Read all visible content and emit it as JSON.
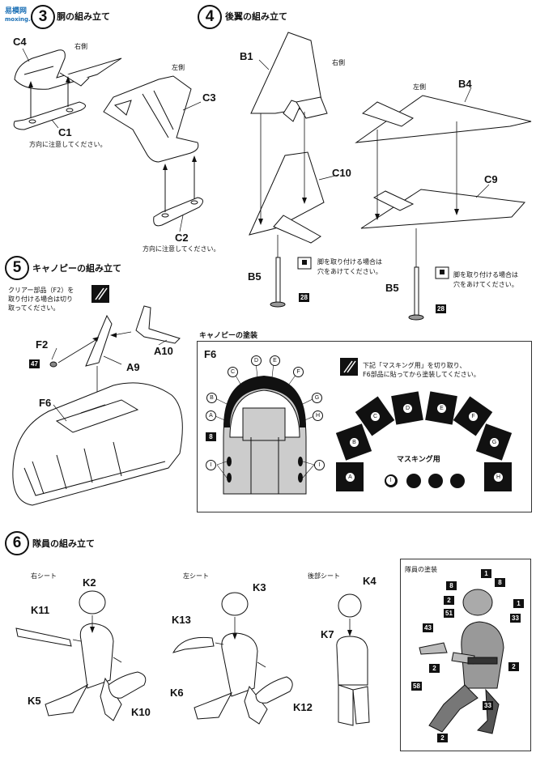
{
  "watermark": {
    "line1": "易",
    "line2": "模网",
    "site": "moxing.com"
  },
  "step3": {
    "number": "3",
    "title": "胴の組み立て",
    "labels": {
      "C4": "C4",
      "C1": "C1",
      "C3": "C3",
      "C2": "C2"
    },
    "side_right": "右側",
    "side_left": "左側",
    "note": "方向に注意してください。"
  },
  "step4": {
    "number": "4",
    "title": "後翼の組み立て",
    "labels": {
      "B1": "B1",
      "C10": "C10",
      "B4": "B4",
      "C9": "C9",
      "B5a": "B5",
      "B5b": "B5"
    },
    "side_right": "右側",
    "side_left": "左側",
    "hole_note_1": "脚を取り付ける場合は",
    "hole_note_2": "穴をあけてください。",
    "color_28": "28"
  },
  "step5": {
    "number": "5",
    "title": "キャノピーの組み立て",
    "clear_note_1": "クリアー部品（F2）を",
    "clear_note_2": "取り付ける場合は切り",
    "clear_note_3": "取ってください。",
    "labels": {
      "F2": "F2",
      "A10": "A10",
      "A9": "A9",
      "F6": "F6"
    },
    "color_47": "47"
  },
  "canopy_paint": {
    "title": "キャノピーの塗装",
    "part": "F6",
    "instruction_1": "下記「マスキング用」を切り取り、",
    "instruction_2": "F6部品に貼ってから塗装してください。",
    "masking_label": "マスキング用",
    "frame_letters": [
      "A",
      "B",
      "C",
      "D",
      "E",
      "F",
      "G",
      "H"
    ],
    "circle_label": "I",
    "color_8": "8"
  },
  "step6": {
    "number": "6",
    "title": "隊員の組み立て",
    "seat_right": "右シート",
    "seat_left": "左シート",
    "seat_rear": "後部シート",
    "labels": {
      "K2": "K2",
      "K11": "K11",
      "K5": "K5",
      "K10": "K10",
      "K3": "K3",
      "K13": "K13",
      "K6": "K6",
      "K12": "K12",
      "K4": "K4",
      "K7": "K7"
    },
    "crew_paint_title": "隊員の塗装",
    "crew_colors": [
      "1",
      "8",
      "2",
      "8",
      "1",
      "51",
      "33",
      "43",
      "2",
      "2",
      "58",
      "33",
      "2"
    ]
  }
}
